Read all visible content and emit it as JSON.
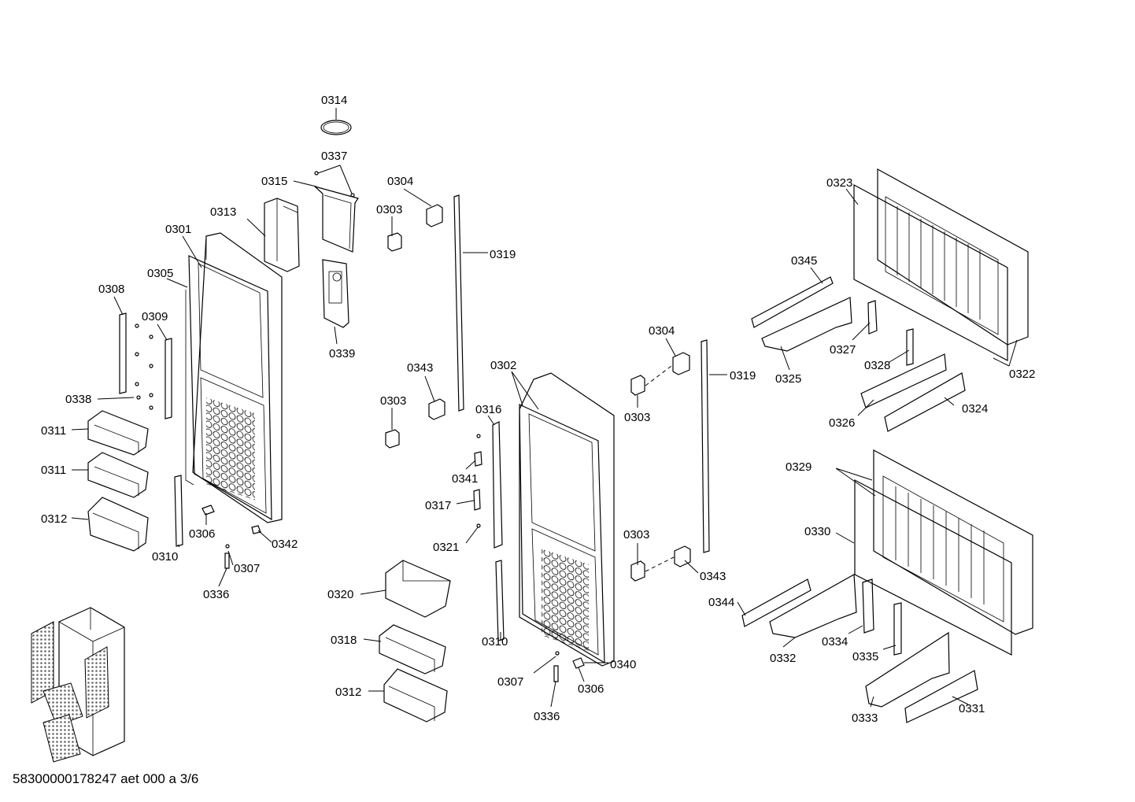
{
  "footer": {
    "document_id": "58300000178247 aet 000 a 3/6"
  },
  "callouts": {
    "c0314": "0314",
    "c0337": "0337",
    "c0315": "0315",
    "c0313": "0313",
    "c0301": "0301",
    "c0305": "0305",
    "c0308": "0308",
    "c0309": "0309",
    "c0338": "0338",
    "c0311a": "0311",
    "c0311b": "0311",
    "c0312a": "0312",
    "c0339": "0339",
    "c0304a": "0304",
    "c0303a": "0303",
    "c0319a": "0319",
    "c0343a": "0343",
    "c0303b": "0303",
    "c0302": "0302",
    "c0316": "0316",
    "c0341": "0341",
    "c0317": "0317",
    "c0321": "0321",
    "c0310a": "0310",
    "c0306a": "0306",
    "c0342": "0342",
    "c0307a": "0307",
    "c0336a": "0336",
    "c0320": "0320",
    "c0318": "0318",
    "c0312b": "0312",
    "c0310b": "0310",
    "c0340": "0340",
    "c0307b": "0307",
    "c0306b": "0306",
    "c0336b": "0336",
    "c0304b": "0304",
    "c0303c": "0303",
    "c0319b": "0319",
    "c0303d": "0303",
    "c0343b": "0343",
    "c0323": "0323",
    "c0345": "0345",
    "c0327": "0327",
    "c0325": "0325",
    "c0328": "0328",
    "c0322": "0322",
    "c0326": "0326",
    "c0324": "0324",
    "c0329": "0329",
    "c0330": "0330",
    "c0344": "0344",
    "c0332": "0332",
    "c0334": "0334",
    "c0335": "0335",
    "c0333": "0333",
    "c0331": "0331"
  }
}
